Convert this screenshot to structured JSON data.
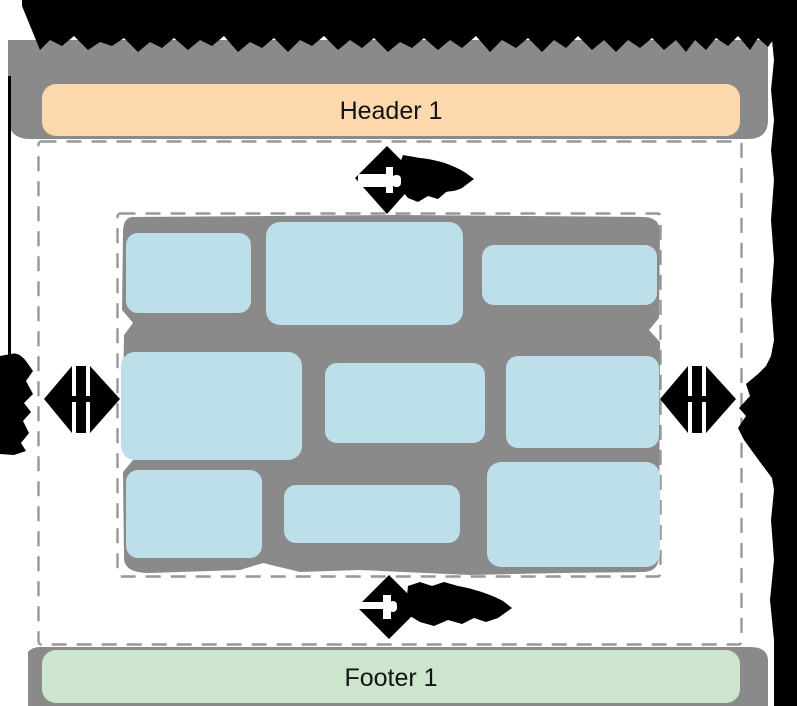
{
  "figure": {
    "type": "layout-spacing-diagram",
    "header": {
      "label": "Header 1",
      "bg": "#fcd8ac"
    },
    "footer": {
      "label": "Footer 1",
      "bg": "#cde4cd"
    },
    "content": {
      "box_count": 9,
      "rows": [
        3,
        3,
        3
      ],
      "box_fill": "#bcdfe9"
    },
    "colors": {
      "margin_gray": "#8a8a8a",
      "dashed_border": "#979797",
      "annotation_black": "#000000",
      "canvas": "#ffffff"
    },
    "icons": {
      "top_arrow": "vertical-double-arrow-icon",
      "bottom_arrow": "vertical-double-arrow-icon",
      "left_arrow": "horizontal-double-arrow-icon",
      "right_arrow": "horizontal-double-arrow-icon"
    },
    "annotations": {
      "title_band": "(illegible squished text)",
      "top_arrow_label": "(illegible squished text)",
      "bottom_arrow_label": "(illegible squished text)",
      "left_edge_label": "(illegible squished text)",
      "right_edge_label": "(illegible squished text)"
    }
  }
}
